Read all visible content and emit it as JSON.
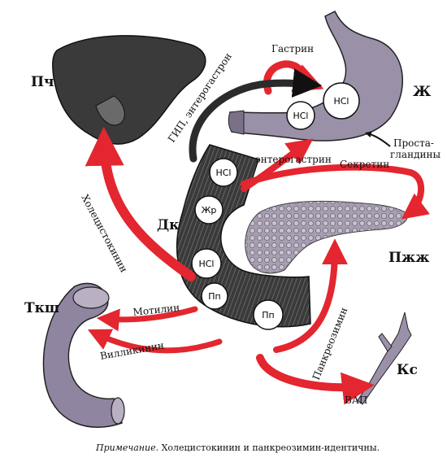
{
  "organs": {
    "liver": "Пч",
    "stomach": "Ж",
    "duodenum": "Дк",
    "pancreas": "Пжж",
    "small_intestine": "Ткш",
    "vessels": "Кс"
  },
  "hormones": {
    "gastrin": "Гастрин",
    "gip": "ГИП, энтерогастрон",
    "enterogastrin": "энтерогастрин",
    "secretin": "Секретин",
    "cholecystokinin": "Холецистокинин",
    "motilin": "Мотилин",
    "villikinin": "Вилликинин",
    "pancreozymin": "Панкреозимин",
    "vip": "ВАП",
    "prostaglandins_1": "Проста-",
    "prostaglandins_2": "гландины"
  },
  "circles": {
    "hcl": "HCl",
    "fat": "Жр",
    "peptides": "Пп"
  },
  "note": {
    "prefix": "Примечание.",
    "text": " Холецистокинин и панкреозимин-идентичны."
  },
  "colors": {
    "arrow_red": "#e3262f",
    "arrow_dark": "#2b2b2b",
    "liver": "#3a3a3a",
    "stomach": "#9a90a8",
    "pancreas": "#a79fb0",
    "intestine": "#8f85a0",
    "duodenum": "#2a2a2a"
  }
}
